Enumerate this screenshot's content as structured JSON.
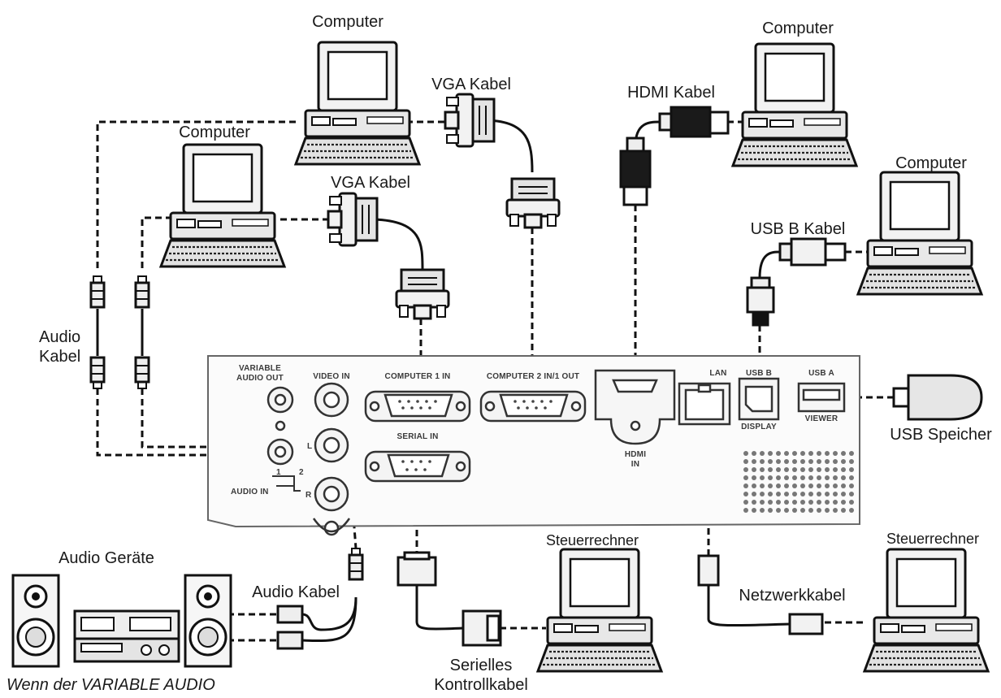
{
  "labels": {
    "computer_top_left": "Computer",
    "computer_mid_left": "Computer",
    "computer_top_right": "Computer",
    "computer_right": "Computer",
    "steuerrechner_center": "Steuerrechner",
    "steuerrechner_right": "Steuerrechner",
    "vga_cable_1": "VGA Kabel",
    "vga_cable_2": "VGA Kabel",
    "hdmi_cable": "HDMI Kabel",
    "usb_b_cable": "USB B Kabel",
    "audio_cable_line1": "Audio",
    "audio_cable_line2": "Kabel",
    "audio_devices": "Audio Geräte",
    "audio_cable_bottom": "Audio Kabel",
    "serial_line1": "Serielles",
    "serial_line2": "Kontrollkabel",
    "network_cable": "Netzwerkkabel",
    "usb_memory": "USB Speicher",
    "footnote": "Wenn der VARIABLE AUDIO"
  },
  "panel_labels": {
    "variable_line1": "VARIABLE",
    "variable_line2": "AUDIO OUT",
    "video_in": "VIDEO IN",
    "computer1_in": "COMPUTER 1 IN",
    "computer2_in": "COMPUTER 2 IN/1 OUT",
    "serial_in": "SERIAL IN",
    "hdmi_line1": "HDMI",
    "hdmi_line2": "IN",
    "lan": "LAN",
    "usb_b": "USB B",
    "usb_a": "USB A",
    "display": "DISPLAY",
    "viewer": "VIEWER",
    "audio_in": "AUDIO IN",
    "num_1": "1",
    "num_2": "2",
    "l": "L",
    "r": "R"
  }
}
